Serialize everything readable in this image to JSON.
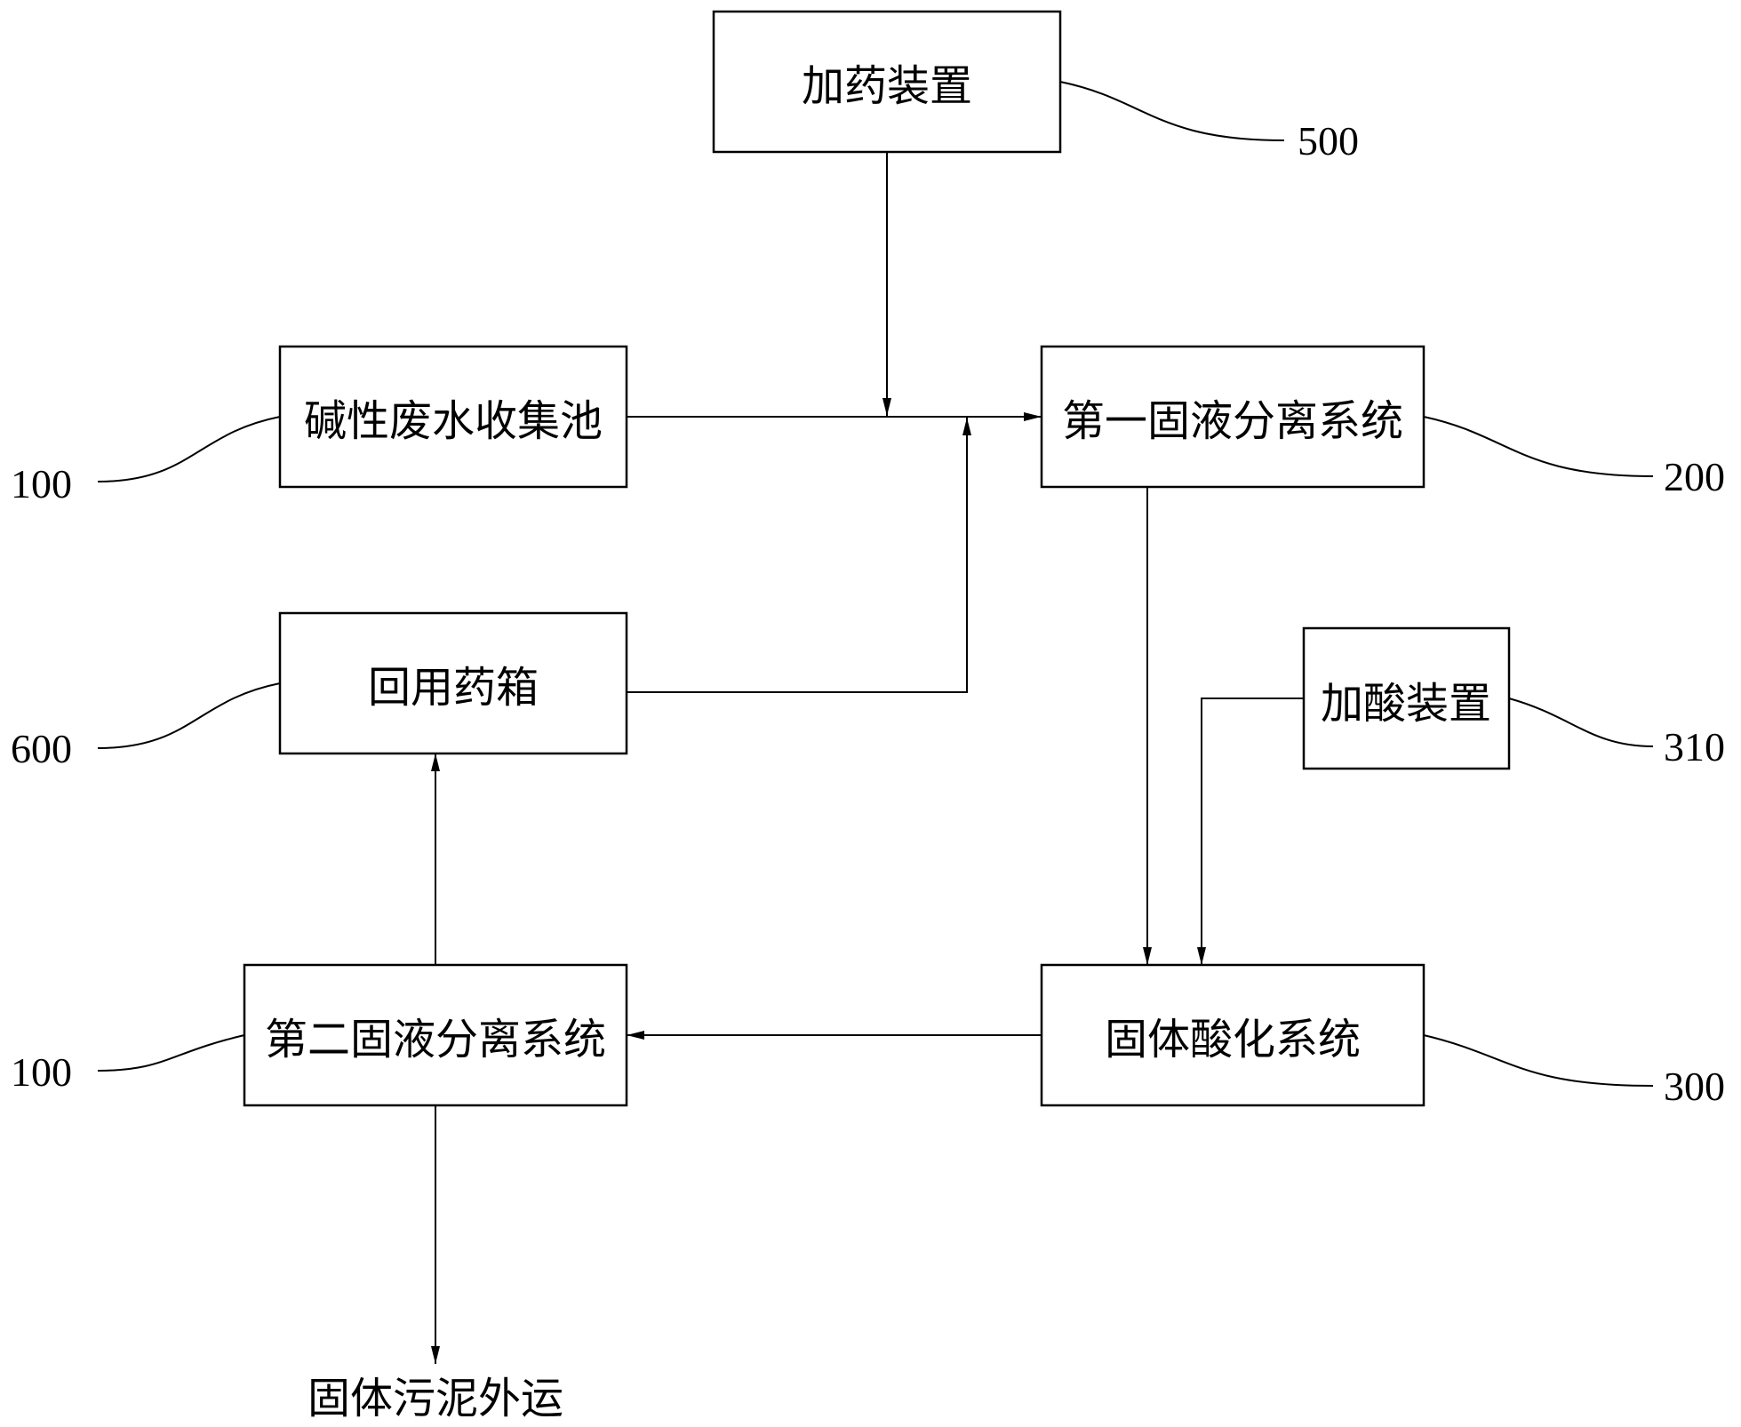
{
  "nodes": {
    "dosing_device": "加药装置",
    "alkaline_pool": "碱性废水收集池",
    "first_separation": "第一固液分离系统",
    "reuse_tank": "回用药箱",
    "acid_device": "加酸装置",
    "second_separation": "第二固液分离系统",
    "acidification": "固体酸化系统",
    "sludge_out": "固体污泥外运"
  },
  "refs": {
    "dosing_device": "500",
    "alkaline_pool": "100",
    "first_separation": "200",
    "reuse_tank": "600",
    "acid_device": "310",
    "second_separation": "100",
    "acidification": "300"
  }
}
